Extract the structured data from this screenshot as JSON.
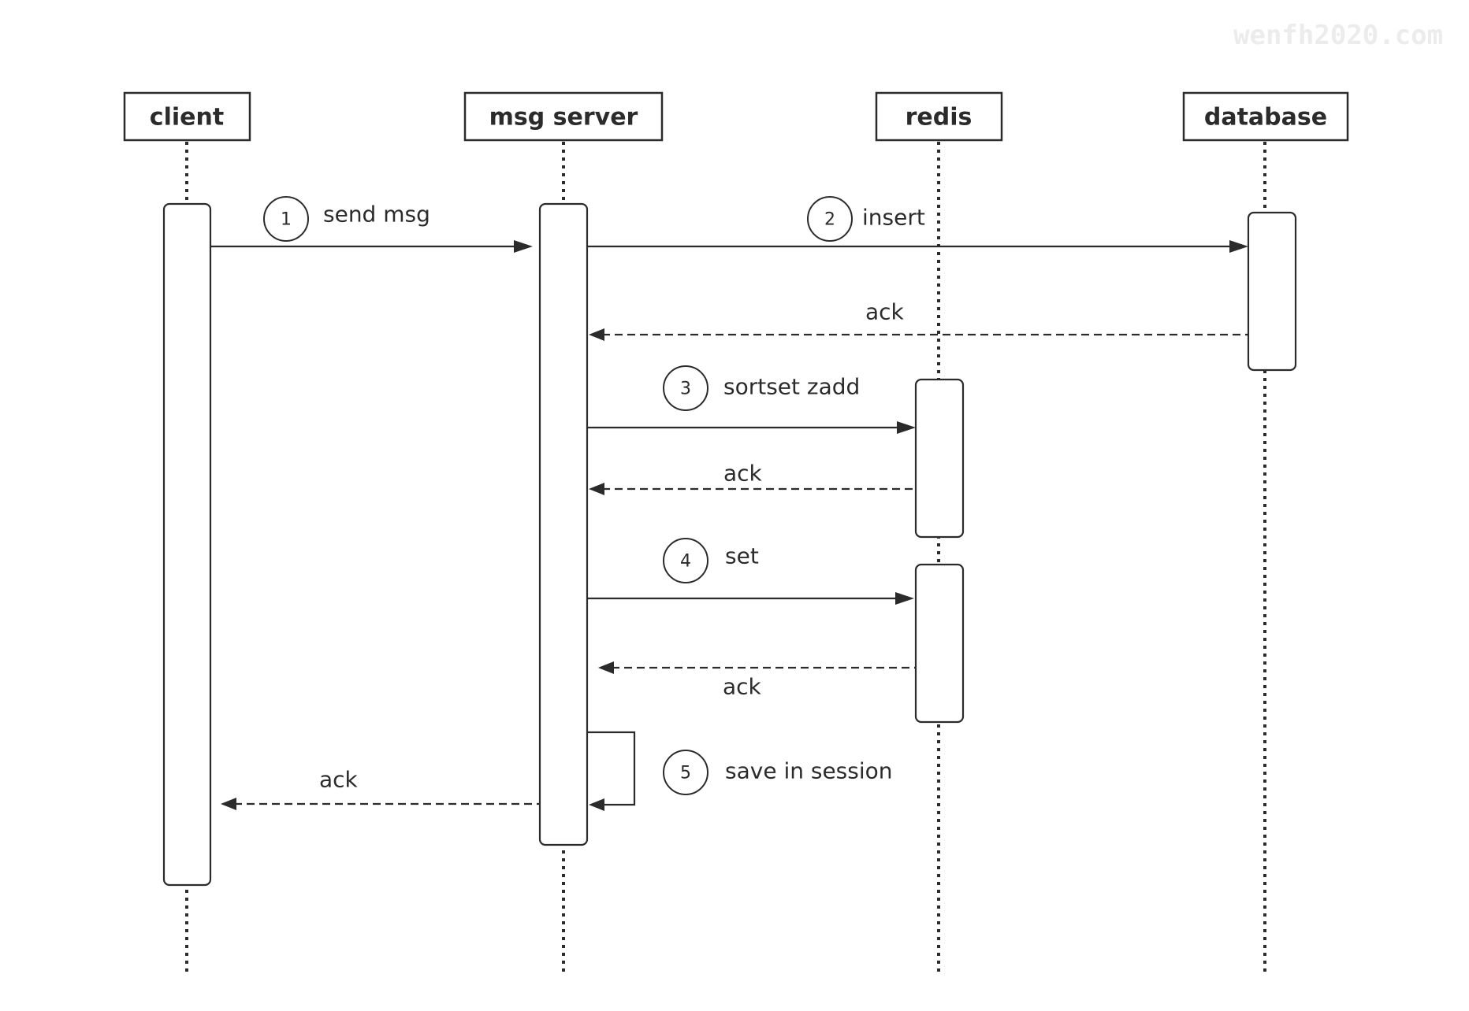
{
  "watermark": "wenfh2020.com",
  "actors": {
    "client": "client",
    "server": "msg server",
    "redis": "redis",
    "database": "database"
  },
  "messages": [
    {
      "step": "1",
      "label": "send msg",
      "from": "client",
      "to": "msg server",
      "style": "solid"
    },
    {
      "step": "2",
      "label": "insert",
      "from": "msg server",
      "to": "database",
      "style": "solid"
    },
    {
      "step": "",
      "label": "ack",
      "from": "database",
      "to": "msg server",
      "style": "dashed"
    },
    {
      "step": "3",
      "label": "sortset zadd",
      "from": "msg server",
      "to": "redis",
      "style": "solid"
    },
    {
      "step": "",
      "label": "ack",
      "from": "redis",
      "to": "msg server",
      "style": "dashed"
    },
    {
      "step": "4",
      "label": "set",
      "from": "msg server",
      "to": "redis",
      "style": "solid"
    },
    {
      "step": "",
      "label": "ack",
      "from": "redis",
      "to": "msg server",
      "style": "dashed"
    },
    {
      "step": "5",
      "label": "save in session",
      "from": "msg server",
      "to": "msg server",
      "style": "solid"
    },
    {
      "step": "",
      "label": "ack",
      "from": "msg server",
      "to": "client",
      "style": "dashed"
    }
  ]
}
